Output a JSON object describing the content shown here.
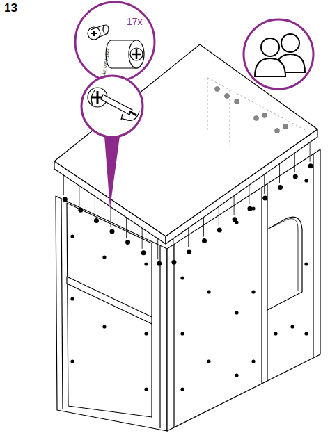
{
  "diagram": {
    "labels": [
      "13",
      "17x",
      "Art. 0962-1644"
    ]
  }
}
